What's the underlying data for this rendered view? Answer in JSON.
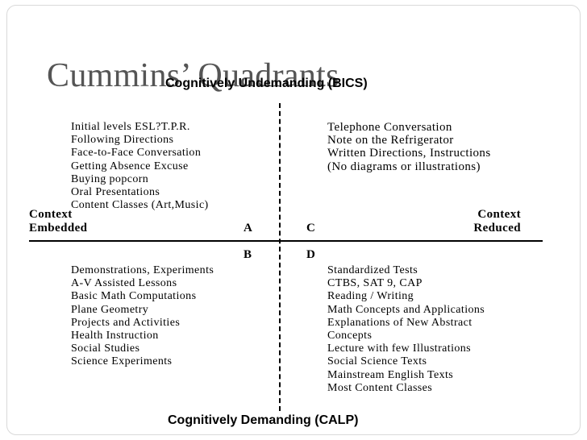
{
  "title": "Cummins’ Quadrants",
  "top_heading": "Cognitively Undemanding (BICS)",
  "bottom_heading": "Cognitively Demanding  (CALP)",
  "left_label": {
    "line1": "Context",
    "line2": "Embedded"
  },
  "right_label": {
    "line1": "Context",
    "line2": "Reduced"
  },
  "quadrant_letters": {
    "a": "A",
    "b": "B",
    "c": "C",
    "d": "D"
  },
  "quadrant_a": [
    "Initial levels ESL?T.P.R.",
    "Following Directions",
    "Face-to-Face Conversation",
    "Getting Absence Excuse",
    "Buying popcorn",
    "Oral Presentations",
    "Content Classes (Art,Music)"
  ],
  "quadrant_c": [
    "Telephone Conversation",
    "Note on the Refrigerator",
    "Written Directions, Instructions",
    "(No diagrams or illustrations)"
  ],
  "quadrant_b": [
    "Demonstrations, Experiments",
    "A-V Assisted Lessons",
    "Basic Math Computations",
    "Plane Geometry",
    "Projects and Activities",
    "Health Instruction",
    "Social Studies",
    "Science Experiments"
  ],
  "quadrant_d": [
    "Standardized Tests",
    "CTBS, SAT 9, CAP",
    "Reading / Writing",
    "Math Concepts and Applications",
    "Explanations of New Abstract",
    "Concepts",
    "Lecture with few Illustrations",
    "Social Science Texts",
    "Mainstream English Texts",
    "Most Content Classes"
  ]
}
